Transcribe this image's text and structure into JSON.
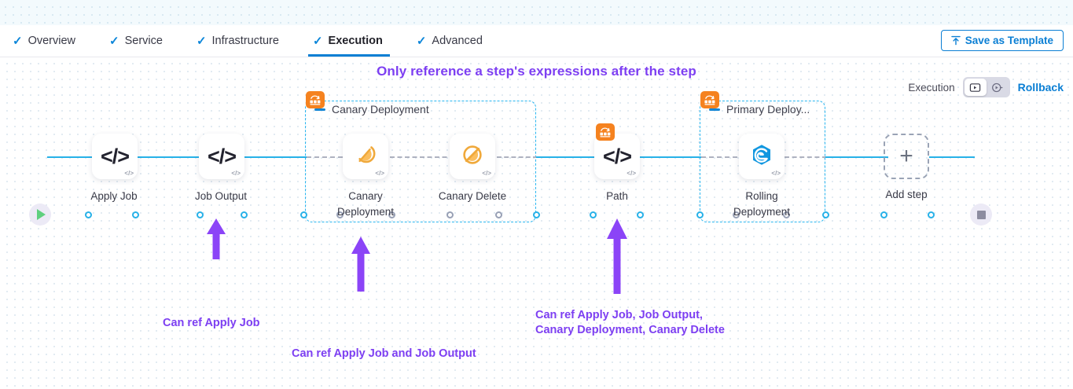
{
  "header": {
    "tabs": [
      {
        "label": "Overview",
        "icon": "check-icon",
        "active": false
      },
      {
        "label": "Service",
        "icon": "check-icon",
        "active": false
      },
      {
        "label": "Infrastructure",
        "icon": "check-icon",
        "active": false
      },
      {
        "label": "Execution",
        "icon": "check-icon",
        "active": true
      },
      {
        "label": "Advanced",
        "icon": "check-icon",
        "active": false
      }
    ],
    "save_template_label": "Save as Template",
    "save_template_icon": "upload-icon"
  },
  "canvas": {
    "headline": "Only reference a step's expressions after the step",
    "execution_label": "Execution",
    "rollback_label": "Rollback",
    "toggle": {
      "left_icon": "execution-play-box-icon",
      "right_icon": "rollback-circle-play-icon",
      "selected": "left"
    },
    "accent_blue": "#0b7fd4",
    "wire_blue": "#27b1e8",
    "annotation_purple": "#7d3ff2",
    "group_border": "#29b6f0",
    "badge_orange": "#f5821f"
  },
  "pipeline": {
    "start_node": {
      "name": "start-node",
      "icon": "play-icon"
    },
    "end_node": {
      "name": "end-node",
      "icon": "stop-icon"
    },
    "steps": [
      {
        "id": "apply-job",
        "label": "Apply Job",
        "icon": "code-icon",
        "badge": "code-badge"
      },
      {
        "id": "job-output",
        "label": "Job Output",
        "icon": "code-icon",
        "badge": "code-badge"
      },
      {
        "id": "canary-deployment",
        "label": "Canary\nDeployment",
        "icon": "canary-bird-icon",
        "badge": "code-badge"
      },
      {
        "id": "canary-delete",
        "label": "Canary Delete",
        "icon": "canary-delete-icon",
        "badge": "code-badge"
      },
      {
        "id": "path",
        "label": "Path",
        "icon": "code-icon",
        "badge": "code-badge",
        "step_group_badge": "step-group-icon"
      },
      {
        "id": "rolling-deployment",
        "label": "Rolling\nDeployment",
        "icon": "ecs-rolling-icon",
        "badge": "code-badge"
      }
    ],
    "groups": [
      {
        "id": "canary-deployment-group",
        "label": "Canary Deployment",
        "badge": "step-group-icon"
      },
      {
        "id": "primary-deployment-group",
        "label": "Primary Deploy...",
        "badge": "step-group-icon"
      }
    ],
    "add_step": {
      "label": "Add step",
      "icon": "plus-icon"
    }
  },
  "annotations": [
    {
      "id": "anno-apply-job",
      "text": "Can ref Apply Job"
    },
    {
      "id": "anno-canary-deployment",
      "text": "Can ref Apply Job and Job Output"
    },
    {
      "id": "anno-path",
      "text": "Can ref Apply Job, Job Output,\nCanary Deployment, Canary Delete"
    }
  ],
  "labels": {
    "apply_job": "Apply Job",
    "job_output": "Job Output",
    "canary_deployment": "Canary\nDeployment",
    "canary_delete": "Canary Delete",
    "path": "Path",
    "rolling_deployment": "Rolling\nDeployment",
    "add_step": "Add step",
    "group_canary": "Canary Deployment",
    "group_primary": "Primary Deploy..."
  }
}
